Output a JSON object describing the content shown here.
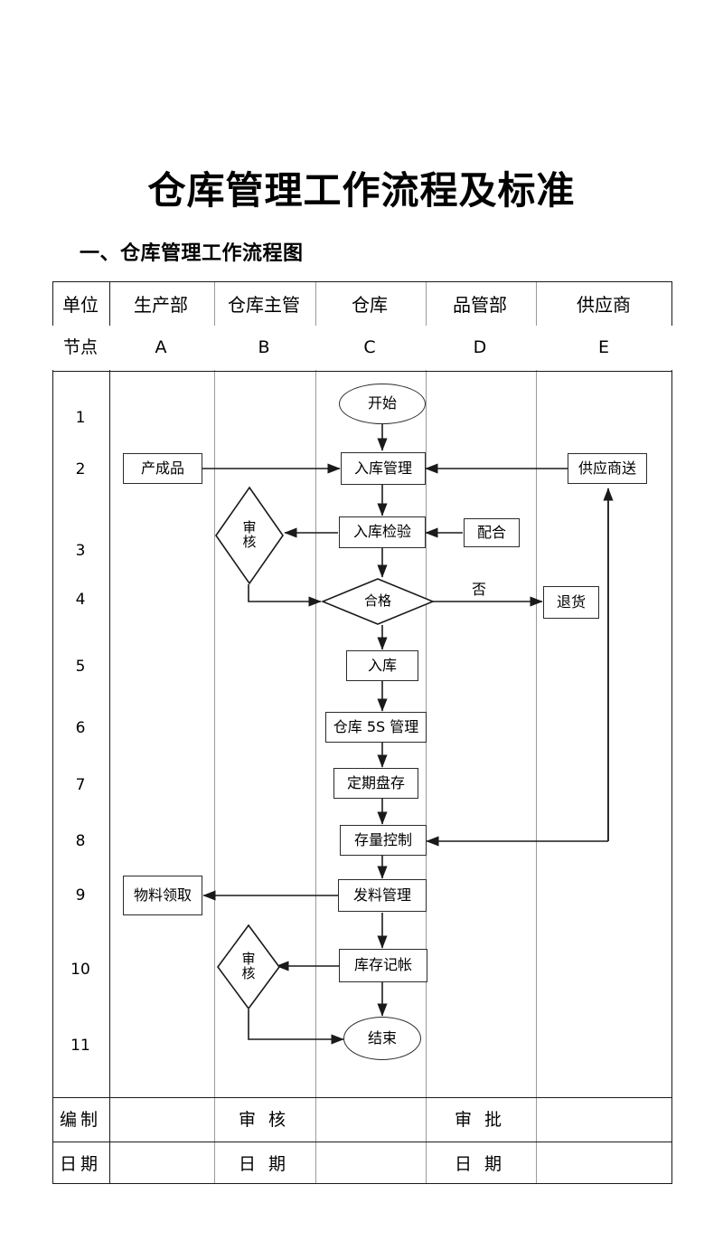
{
  "document": {
    "title": "仓库管理工作流程及标准",
    "section_heading": "一、仓库管理工作流程图"
  },
  "table": {
    "header_rows": [
      {
        "label": "单位",
        "cells": [
          "生产部",
          "仓库主管",
          "仓库",
          "品管部",
          "供应商"
        ]
      },
      {
        "label": "节点",
        "cells": [
          "A",
          "B",
          "C",
          "D",
          "E"
        ]
      }
    ],
    "row_numbers": [
      "1",
      "2",
      "3",
      "4",
      "5",
      "6",
      "7",
      "8",
      "9",
      "10",
      "11"
    ],
    "footer_rows": [
      {
        "cells": [
          "编制",
          "",
          "审 核",
          "",
          "审 批",
          ""
        ]
      },
      {
        "cells": [
          "日期",
          "",
          "日 期",
          "",
          "日 期",
          ""
        ]
      }
    ]
  },
  "flowchart": {
    "nodes": [
      {
        "id": "start",
        "label": "开始",
        "shape": "ellipse",
        "column": "C"
      },
      {
        "id": "finished",
        "label": "产成品",
        "shape": "box",
        "column": "A"
      },
      {
        "id": "inbound",
        "label": "入库管理",
        "shape": "box",
        "column": "C"
      },
      {
        "id": "supplier",
        "label": "供应商送",
        "shape": "box",
        "column": "E"
      },
      {
        "id": "review1",
        "label": "审核",
        "shape": "diamond",
        "column": "B"
      },
      {
        "id": "inspect",
        "label": "入库检验",
        "shape": "box",
        "column": "C"
      },
      {
        "id": "cooperate",
        "label": "配合",
        "shape": "box",
        "column": "D"
      },
      {
        "id": "qualified",
        "label": "合格",
        "shape": "diamond",
        "column": "C"
      },
      {
        "id": "reject",
        "label": "退货",
        "shape": "box",
        "column": "E"
      },
      {
        "id": "store",
        "label": "入库",
        "shape": "box",
        "column": "C"
      },
      {
        "id": "fivesmgmt",
        "label": "仓库 5S 管理",
        "shape": "box",
        "column": "C"
      },
      {
        "id": "stocktake",
        "label": "定期盘存",
        "shape": "box",
        "column": "C"
      },
      {
        "id": "stockcontrol",
        "label": "存量控制",
        "shape": "box",
        "column": "C"
      },
      {
        "id": "issue",
        "label": "发料管理",
        "shape": "box",
        "column": "C"
      },
      {
        "id": "material",
        "label": "物料领取",
        "shape": "box",
        "column": "A"
      },
      {
        "id": "review2",
        "label": "审核",
        "shape": "diamond",
        "column": "B"
      },
      {
        "id": "ledger",
        "label": "库存记帐",
        "shape": "box",
        "column": "C"
      },
      {
        "id": "end",
        "label": "结束",
        "shape": "ellipse",
        "column": "C"
      }
    ],
    "edge_labels": [
      {
        "id": "no-branch",
        "text": "否"
      }
    ]
  }
}
